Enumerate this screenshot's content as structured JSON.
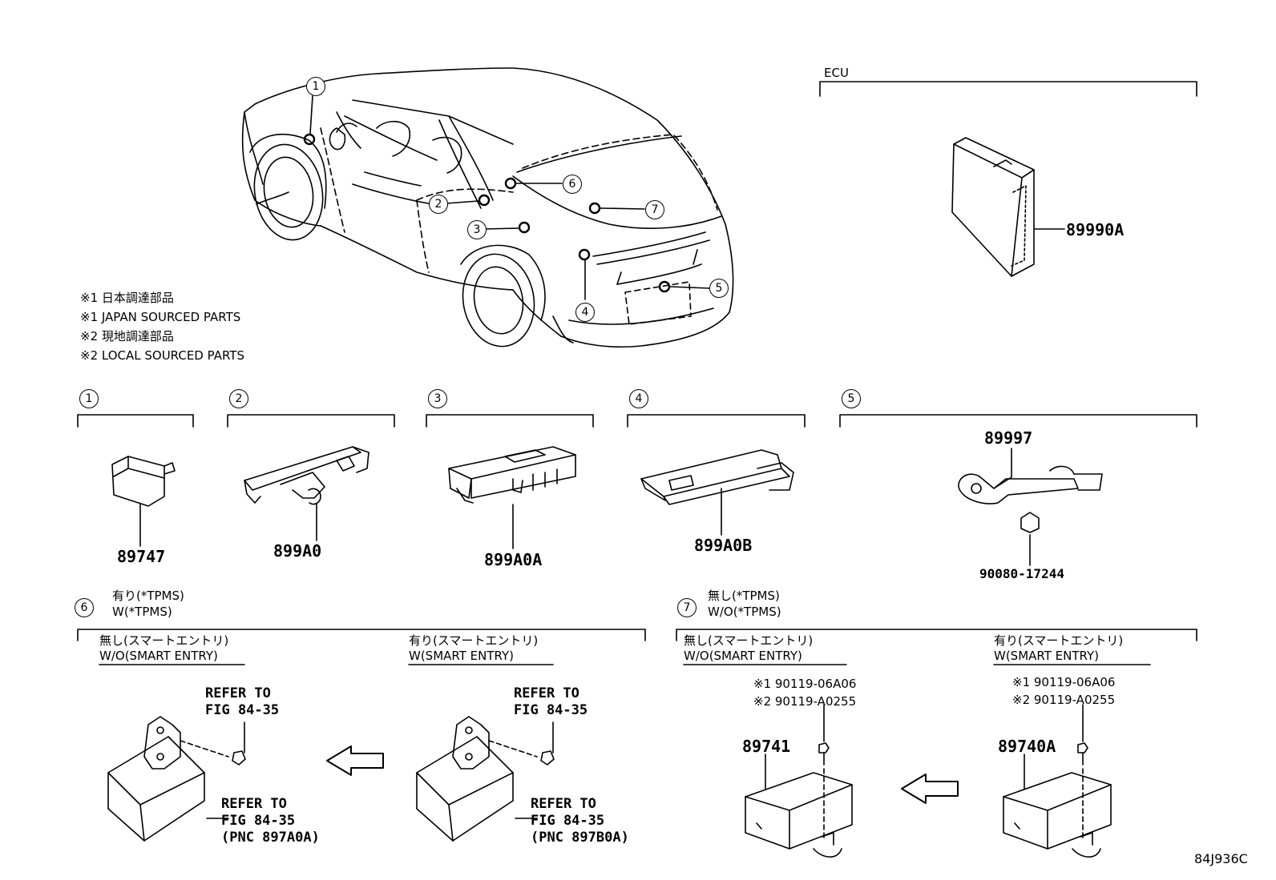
{
  "ecu": {
    "label": "ECU",
    "part": "89990A"
  },
  "notes": [
    "※1 日本調達部品",
    "※1 JAPAN SOURCED PARTS",
    "※2 現地調達部品",
    "※2 LOCAL SOURCED PARTS"
  ],
  "car_callouts": [
    "1",
    "2",
    "3",
    "4",
    "5",
    "6",
    "7"
  ],
  "groups": [
    {
      "num": "1",
      "parts": [
        "89747"
      ]
    },
    {
      "num": "2",
      "parts": [
        "899A0"
      ]
    },
    {
      "num": "3",
      "parts": [
        "899A0A"
      ]
    },
    {
      "num": "4",
      "parts": [
        "899A0B"
      ]
    },
    {
      "num": "5",
      "parts": [
        "89997",
        "90080-17244"
      ]
    }
  ],
  "group6": {
    "num": "6",
    "title_jp": "有り(*TPMS)",
    "title_en": "W(*TPMS)",
    "left": {
      "label_jp": "無し(スマートエントリ)",
      "label_en": "W/O(SMART ENTRY)",
      "ref1": [
        "REFER TO",
        "FIG 84-35"
      ],
      "ref2": [
        "REFER TO",
        "FIG 84-35",
        "(PNC 897A0A)"
      ]
    },
    "right": {
      "label_jp": "有り(スマートエントリ)",
      "label_en": "W(SMART ENTRY)",
      "ref1": [
        "REFER TO",
        "FIG 84-35"
      ],
      "ref2": [
        "REFER TO",
        "FIG 84-35",
        "(PNC 897B0A)"
      ]
    }
  },
  "group7": {
    "num": "7",
    "title_jp": "無し(*TPMS)",
    "title_en": "W/O(*TPMS)",
    "left": {
      "label_jp": "無し(スマートエントリ)",
      "label_en": "W/O(SMART ENTRY)",
      "bolt1": "※1 90119-06A06",
      "bolt2": "※2 90119-A0255",
      "part": "89741"
    },
    "right": {
      "label_jp": "有り(スマートエントリ)",
      "label_en": "W(SMART ENTRY)",
      "bolt1": "※1 90119-06A06",
      "bolt2": "※2 90119-A0255",
      "part": "89740A"
    }
  },
  "figure_code": "84J936C"
}
